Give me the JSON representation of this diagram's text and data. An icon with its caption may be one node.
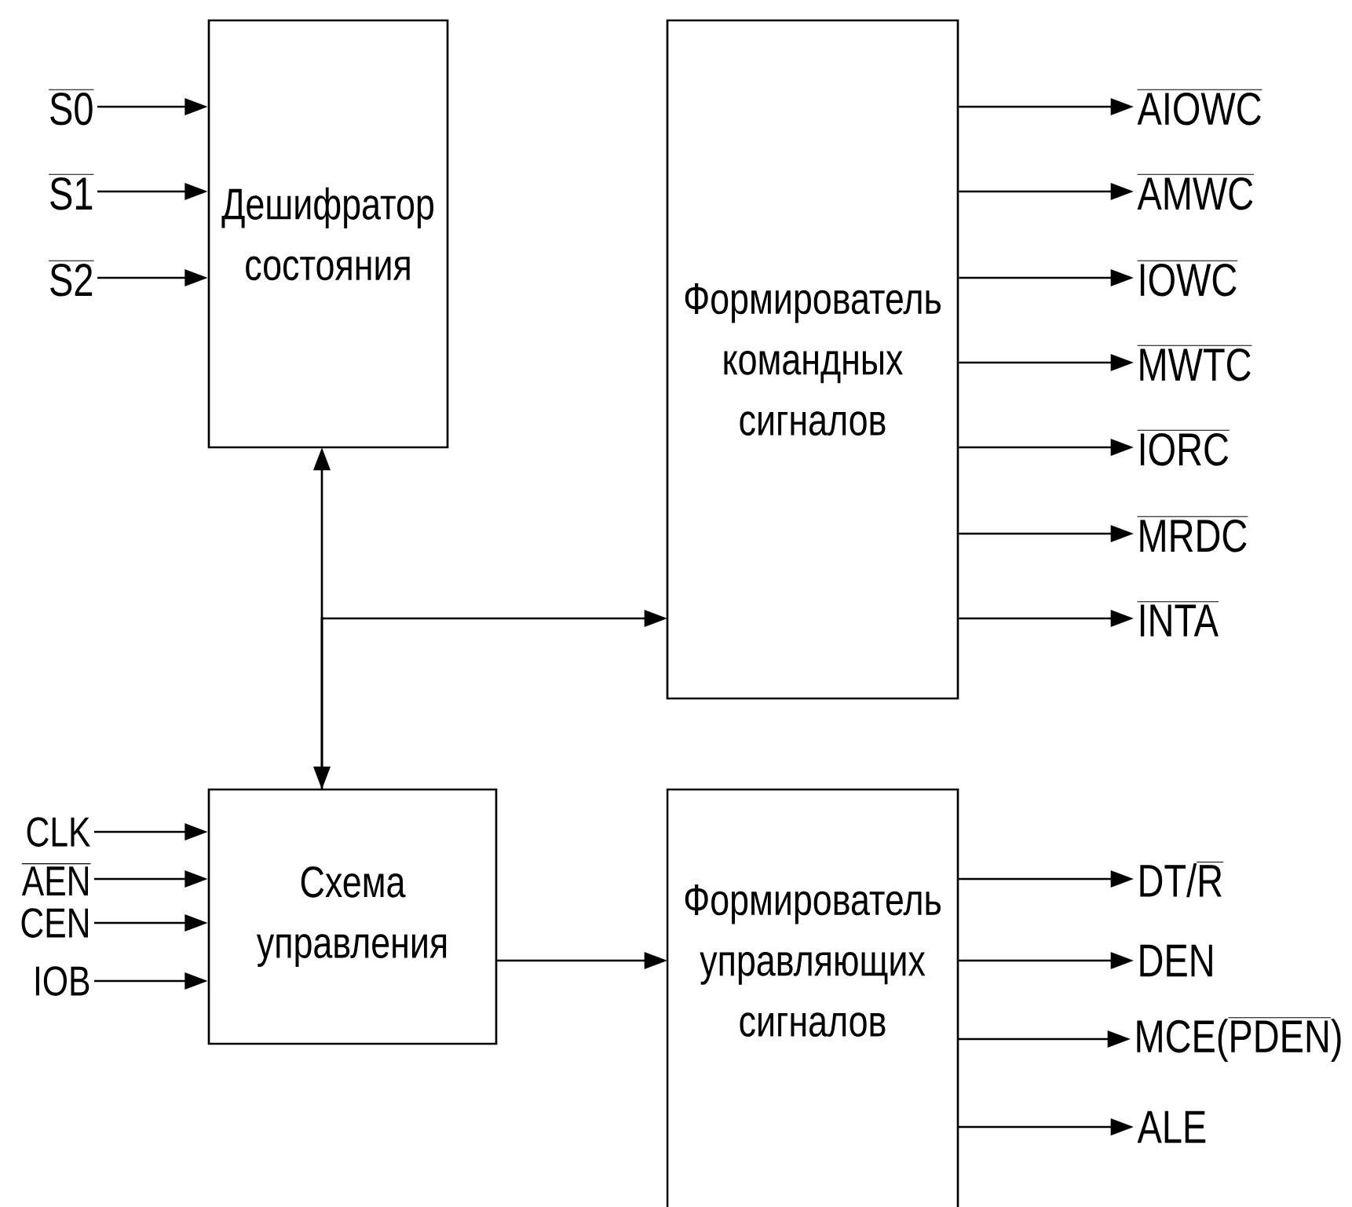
{
  "diagram": {
    "nodes": [
      {
        "text": [
          "Дешифратор состояния"
        ]
      },
      {
        "text": [
          "Формирователь командных сигналов"
        ]
      },
      {
        "text": [
          "Схема управления"
        ]
      },
      {
        "text": [
          "Формирователь управляющих сигналов"
        ]
      },
      {
        "text": [
          "S0"
        ]
      },
      {
        "text": [
          "S1"
        ]
      },
      {
        "text": [
          "S2"
        ]
      },
      {
        "text": [
          "AIOWC"
        ]
      },
      {
        "text": [
          "AMWC"
        ]
      },
      {
        "text": [
          "IOWC"
        ]
      },
      {
        "text": [
          "MWTC"
        ]
      },
      {
        "text": [
          "IORC"
        ]
      },
      {
        "text": [
          "MRDC"
        ]
      },
      {
        "text": [
          "INTA"
        ]
      },
      {
        "text": [
          "CLK"
        ]
      },
      {
        "text": [
          "AEN"
        ]
      },
      {
        "text": [
          "CEN"
        ]
      },
      {
        "text": [
          "IOB"
        ]
      },
      {
        "text": [
          "DT/R"
        ]
      },
      {
        "text": [
          "DEN"
        ]
      },
      {
        "text": [
          "MCE(PDEN)"
        ]
      },
      {
        "text": [
          "ALE"
        ]
      }
    ],
    "edges": [
      {
        "from": 4,
        "to": 0,
        "arrow": "to"
      },
      {
        "from": 5,
        "to": 0,
        "arrow": "to"
      },
      {
        "from": 6,
        "to": 0,
        "arrow": "to"
      },
      {
        "from": 1,
        "to": 7,
        "arrow": "to"
      },
      {
        "from": 1,
        "to": 8,
        "arrow": "to"
      },
      {
        "from": 1,
        "to": 9,
        "arrow": "to"
      },
      {
        "from": 1,
        "to": 10,
        "arrow": "to"
      },
      {
        "from": 1,
        "to": 11,
        "arrow": "to"
      },
      {
        "from": 1,
        "to": 12,
        "arrow": "to"
      },
      {
        "from": 1,
        "to": 13,
        "arrow": "to"
      },
      {
        "from": 0,
        "to": 2,
        "arrow": "both"
      },
      {
        "from": 2,
        "to": 1,
        "arrow": "to"
      },
      {
        "from": 14,
        "to": 2,
        "arrow": "to"
      },
      {
        "from": 15,
        "to": 2,
        "arrow": "to"
      },
      {
        "from": 16,
        "to": 2,
        "arrow": "to"
      },
      {
        "from": 17,
        "to": 2,
        "arrow": "to"
      },
      {
        "from": 2,
        "to": 3,
        "arrow": "to"
      },
      {
        "from": 3,
        "to": 18,
        "arrow": "to"
      },
      {
        "from": 3,
        "to": 19,
        "arrow": "to"
      },
      {
        "from": 3,
        "to": 20,
        "arrow": "to"
      },
      {
        "from": 3,
        "to": 21,
        "arrow": "to"
      }
    ]
  }
}
